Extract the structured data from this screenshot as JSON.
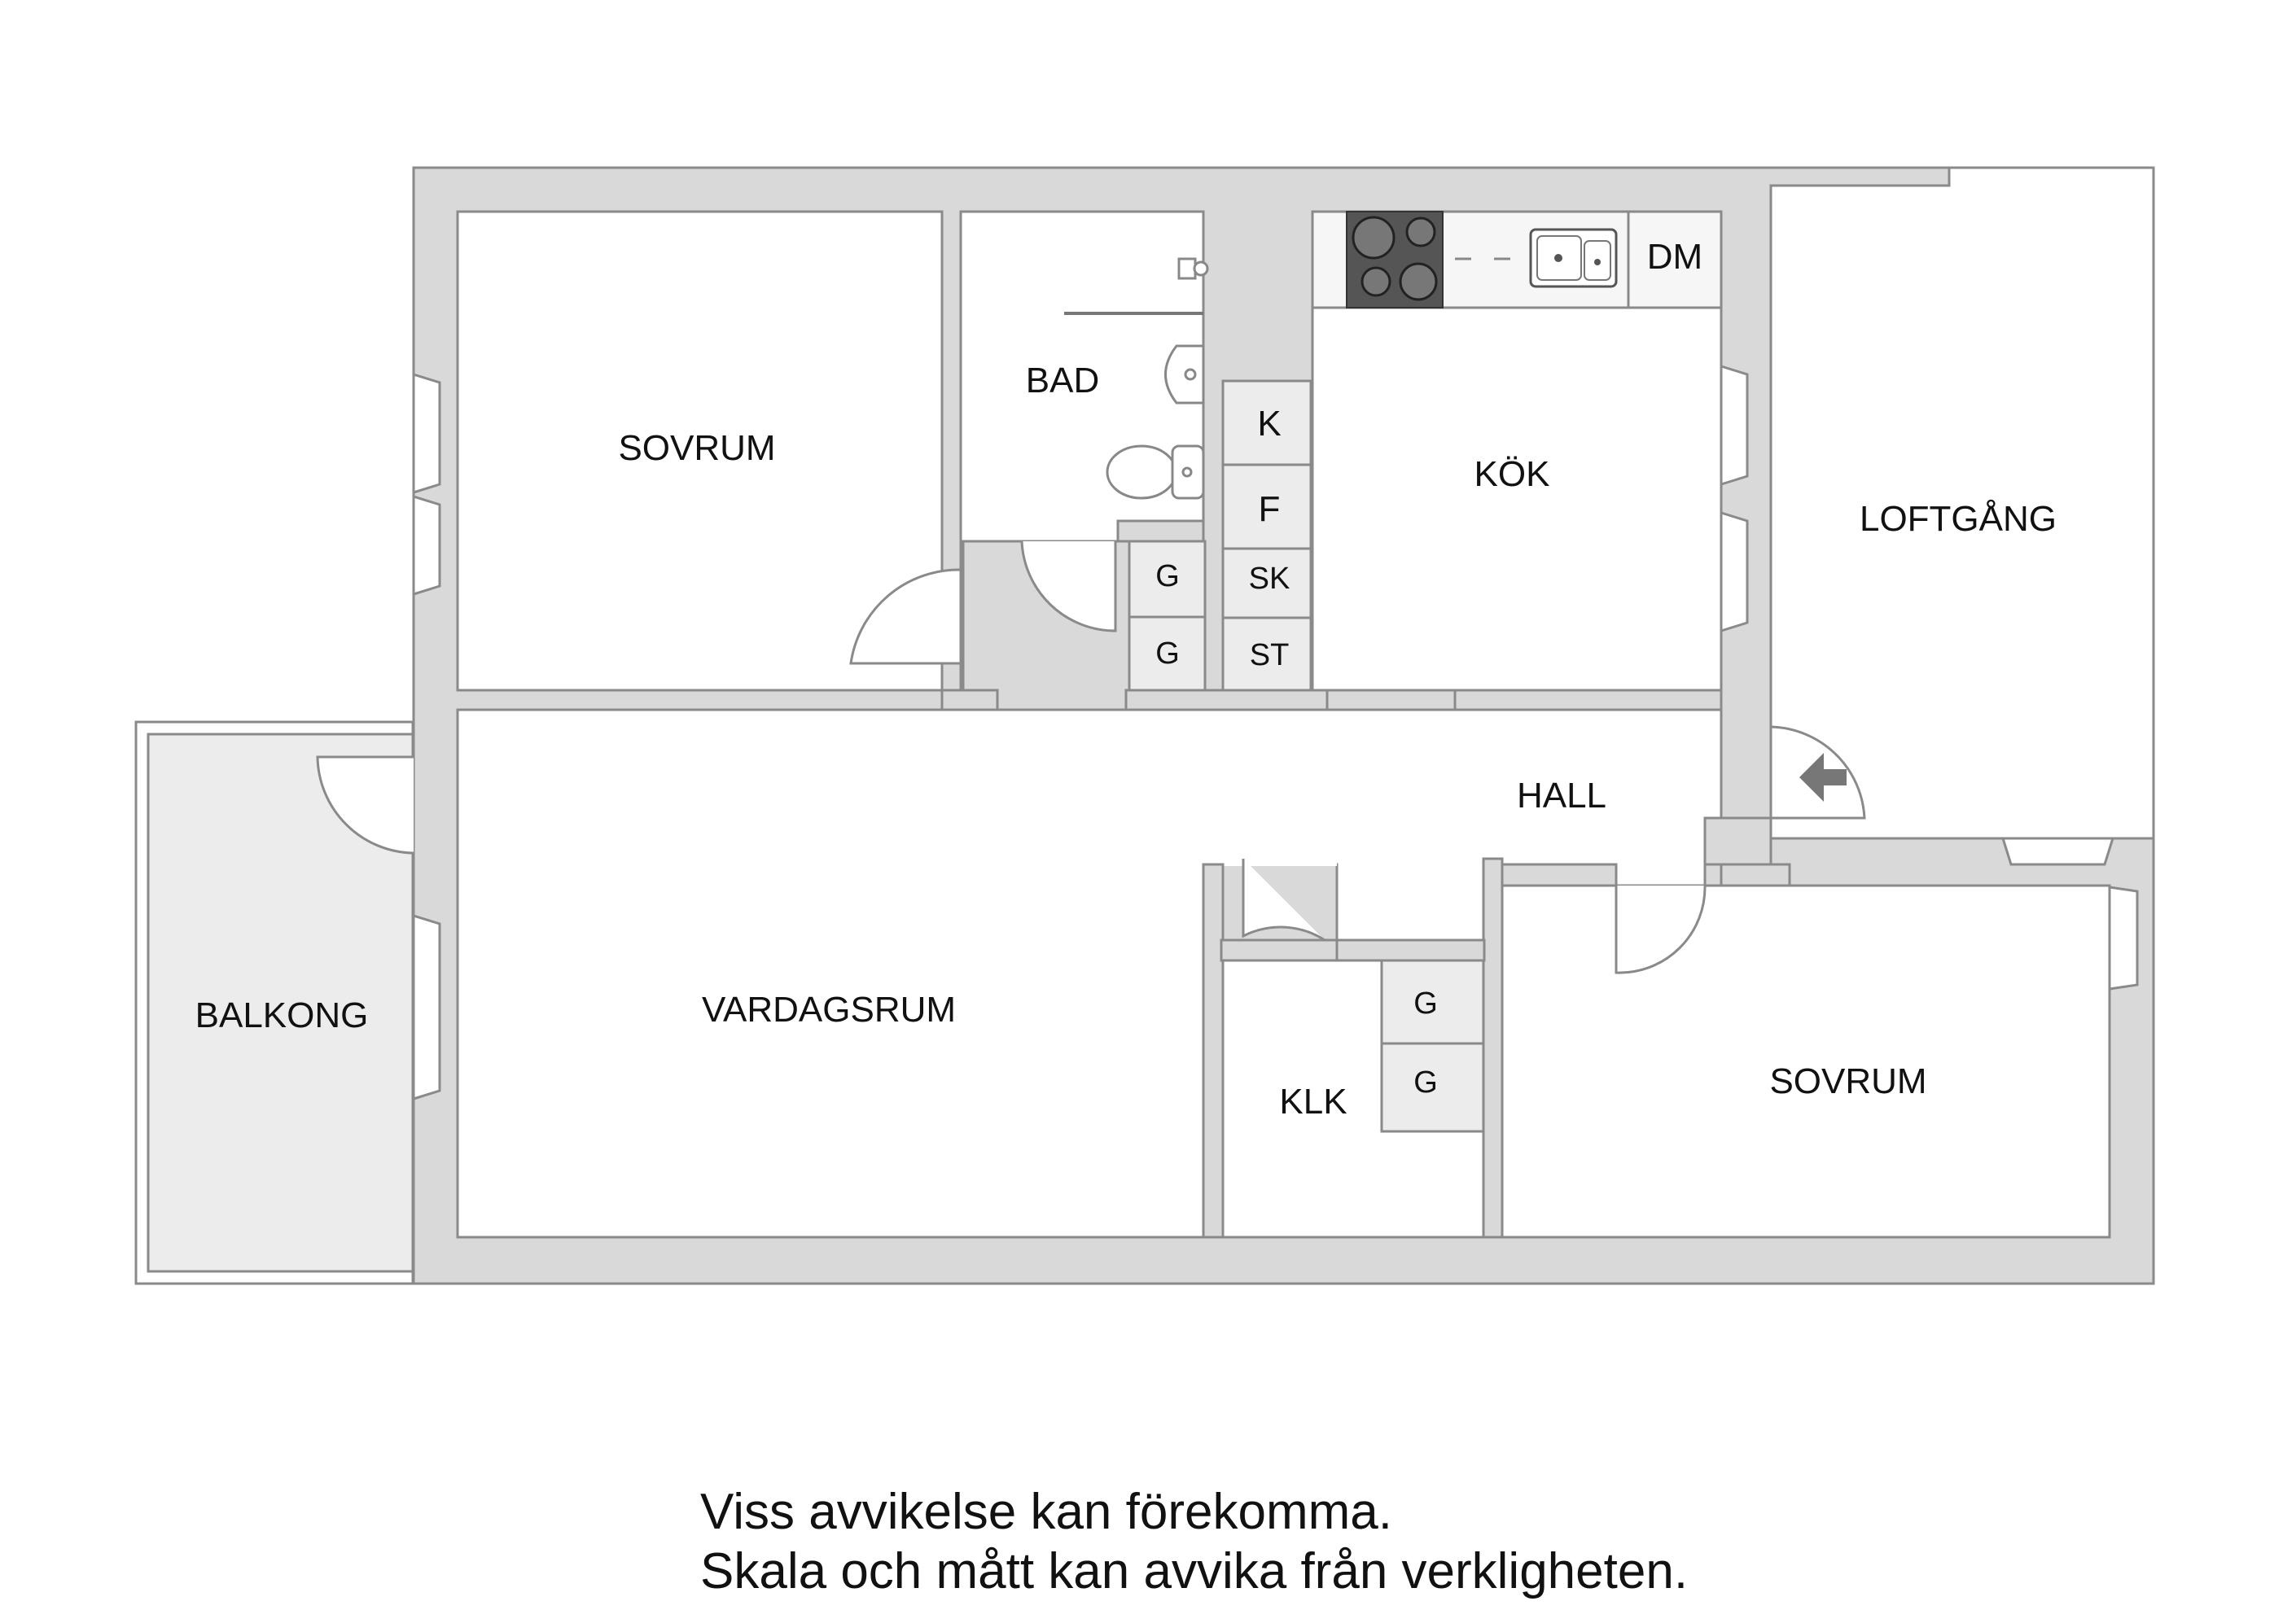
{
  "rooms": {
    "sovrum_1": "SOVRUM",
    "bad": "BAD",
    "kok": "KÖK",
    "loftgang": "LOFTGÅNG",
    "hall": "HALL",
    "balkong": "BALKONG",
    "vardagsrum": "VARDAGSRUM",
    "klk": "KLK",
    "sovrum_2": "SOVRUM"
  },
  "fixtures": {
    "dm": "DM",
    "k": "K",
    "f": "F",
    "sk": "SK",
    "st": "ST",
    "g": "G"
  },
  "disclaimer": {
    "line1": "Viss avvikelse kan förekomma.",
    "line2": "Skala och mått kan avvika från verkligheten."
  },
  "colors": {
    "wall": "#d9d9d9",
    "wall_outline": "#8a8a8a",
    "balcony": "#ececec",
    "stove": "#555555"
  }
}
